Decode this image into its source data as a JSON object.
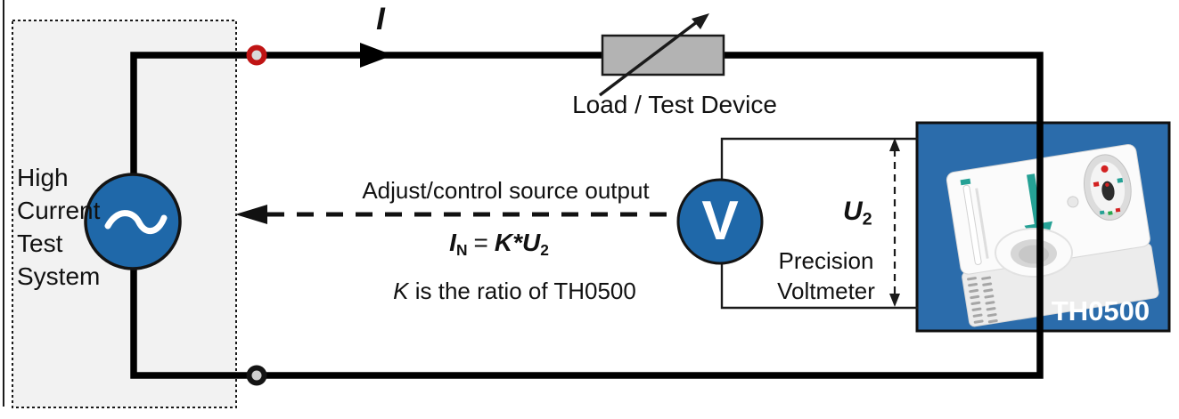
{
  "diagram": {
    "source": {
      "label": "High Current Test System",
      "lines": [
        "High",
        "Current",
        "Test",
        "System"
      ],
      "ac_symbol": "~"
    },
    "current_label": "I",
    "load_label": "Load / Test Device",
    "control": {
      "label": "Adjust/control source output",
      "formula": {
        "base1": "I",
        "sub1": "N",
        "equals": "=",
        "base2": "K*U",
        "sub2": "2"
      },
      "note_k": "K",
      "note_rest": " is the ratio of TH0500"
    },
    "voltmeter": {
      "symbol": "V",
      "line1": "Precision",
      "line2": "Voltmeter"
    },
    "u2": {
      "base": "U",
      "sub": "2"
    },
    "transducer": {
      "label": "TH0500"
    },
    "icons": {
      "ac_source": "ac-wave-icon",
      "current_direction": "current-arrow-icon",
      "control_feedback": "dashed-left-arrow-icon",
      "u2_span": "dashed-double-arrow-icon",
      "transducer_flow": "teal-down-arrow-icon"
    },
    "colors": {
      "symbol_blue": "#1f68a9",
      "panel_blue": "#2b6cab",
      "teal": "#25a195",
      "load_gray": "#b3b3b3",
      "source_box_fill": "#f2f2f2",
      "wire": "#000000",
      "terminal_red": "#c01414",
      "terminal_center_gray": "#d9d9d9"
    }
  }
}
